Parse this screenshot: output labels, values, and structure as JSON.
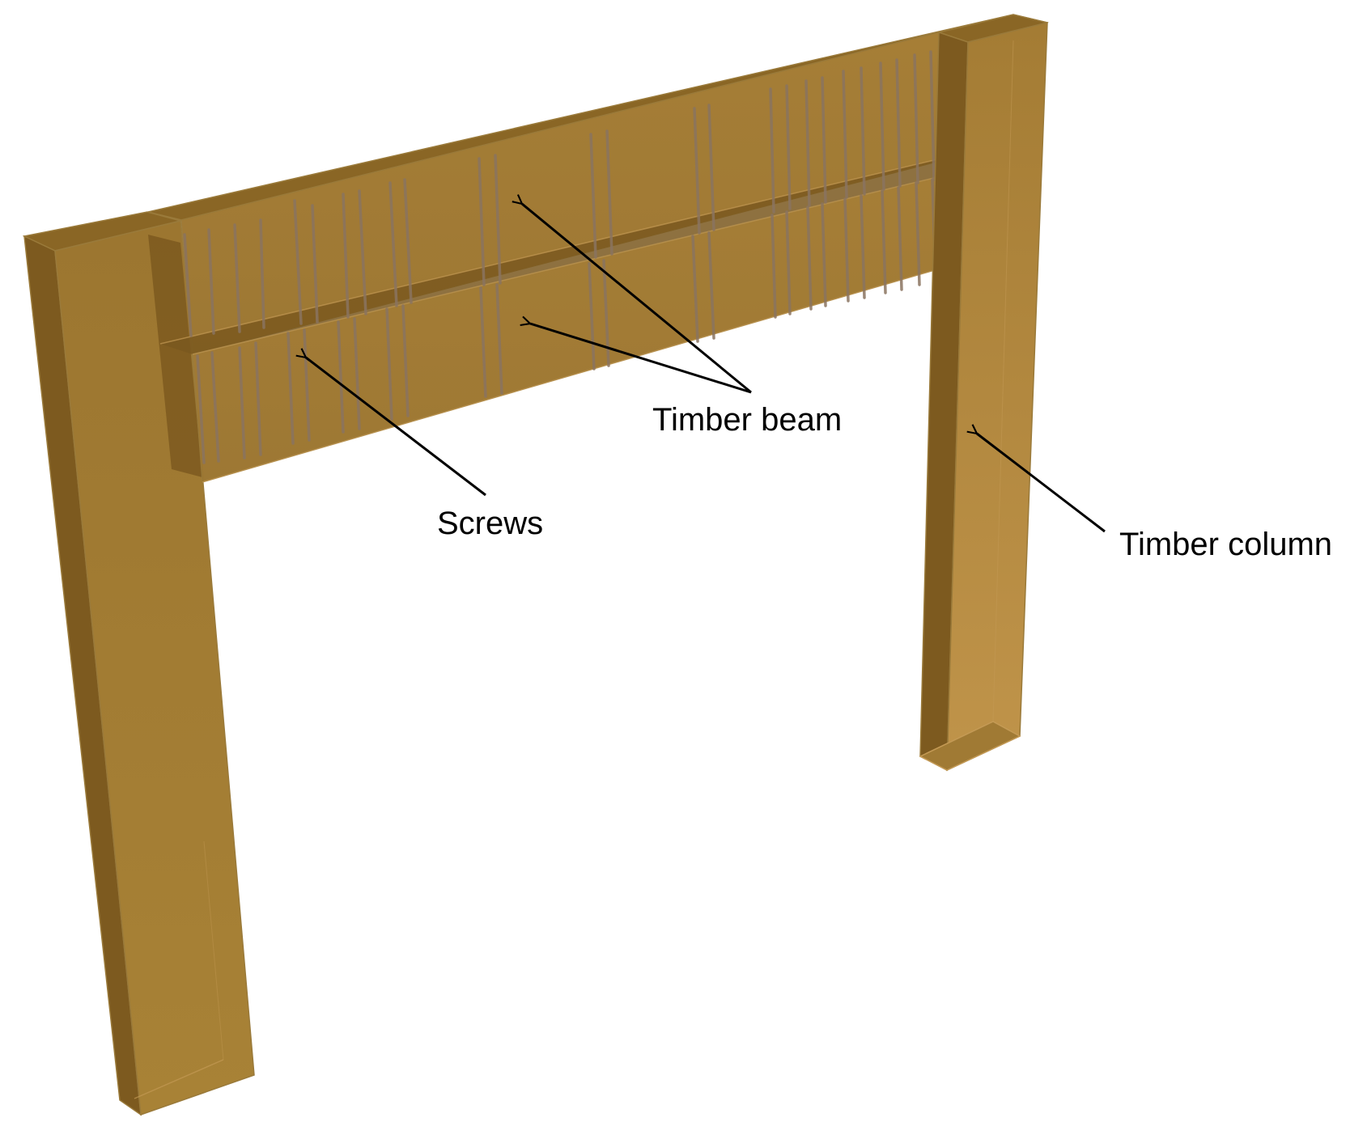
{
  "labels": {
    "timber_beam": "Timber beam",
    "screws": "Screws",
    "timber_column": "Timber column"
  },
  "colors": {
    "wood_front": "#a07a30",
    "wood_side": "#7d5a1f",
    "wood_top": "#8a6625",
    "wood_edge": "#9a7a3a",
    "screw": "#8a7460",
    "arrow": "#000000",
    "background": "#ffffff"
  }
}
